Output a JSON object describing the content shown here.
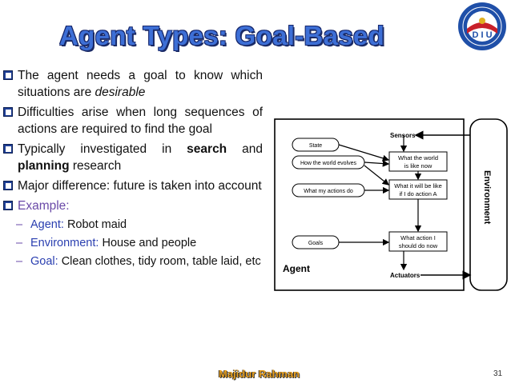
{
  "slide": {
    "title": "Agent Types: Goal-Based",
    "page_number": "31",
    "author": "Majidur Rahman"
  },
  "logo": {
    "icon": "university-seal-icon",
    "lettering": "DIU",
    "colors": {
      "blue": "#1f4fa8",
      "red": "#c8202a",
      "gold": "#e0b020"
    }
  },
  "bullets": [
    {
      "text": "The agent needs a goal to know which situations are ",
      "italic": "desirable"
    },
    {
      "text": "Difficulties arise when long sequences of actions are required to find the goal"
    },
    {
      "before": "Typically investigated in ",
      "bold1": "search",
      "middle": " and ",
      "bold2": "planning",
      "after": " research"
    },
    {
      "text": "Major difference: future is taken into account"
    },
    {
      "text": "Example:"
    }
  ],
  "example_items": [
    {
      "label": "Agent:",
      "value": " Robot maid"
    },
    {
      "label": "Environment:",
      "value": " House and people"
    },
    {
      "label": "Goal:",
      "value": " Clean clothes, tidy room, table laid, etc"
    }
  ],
  "diagram": {
    "agent_label": "Agent",
    "environment_label": "Environment",
    "sensors": "Sensors",
    "actuators": "Actuators",
    "state": "State",
    "how_world_evolves": "How the world evolves",
    "what_actions_do": "What my actions do",
    "goals": "Goals",
    "world_now_1": "What the world",
    "world_now_2": "is like now",
    "will_be_1": "What it will be like",
    "will_be_2": "if I do action A",
    "action_now_1": "What action I",
    "action_now_2": "should do now"
  }
}
